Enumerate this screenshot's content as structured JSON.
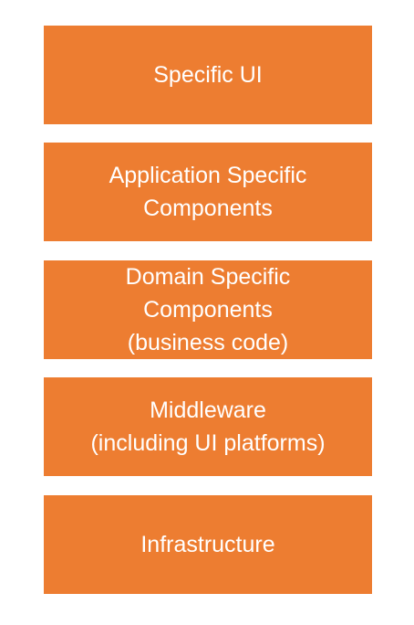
{
  "colors": {
    "layer_fill": "#ED7D31",
    "text": "#FFFFFF",
    "background": "#FFFFFF"
  },
  "layers": [
    {
      "label": "Specific UI"
    },
    {
      "label": "Application Specific\nComponents"
    },
    {
      "label": "Domain Specific\nComponents\n(business code)"
    },
    {
      "label": "Middleware\n(including UI platforms)"
    },
    {
      "label": "Infrastructure"
    }
  ]
}
